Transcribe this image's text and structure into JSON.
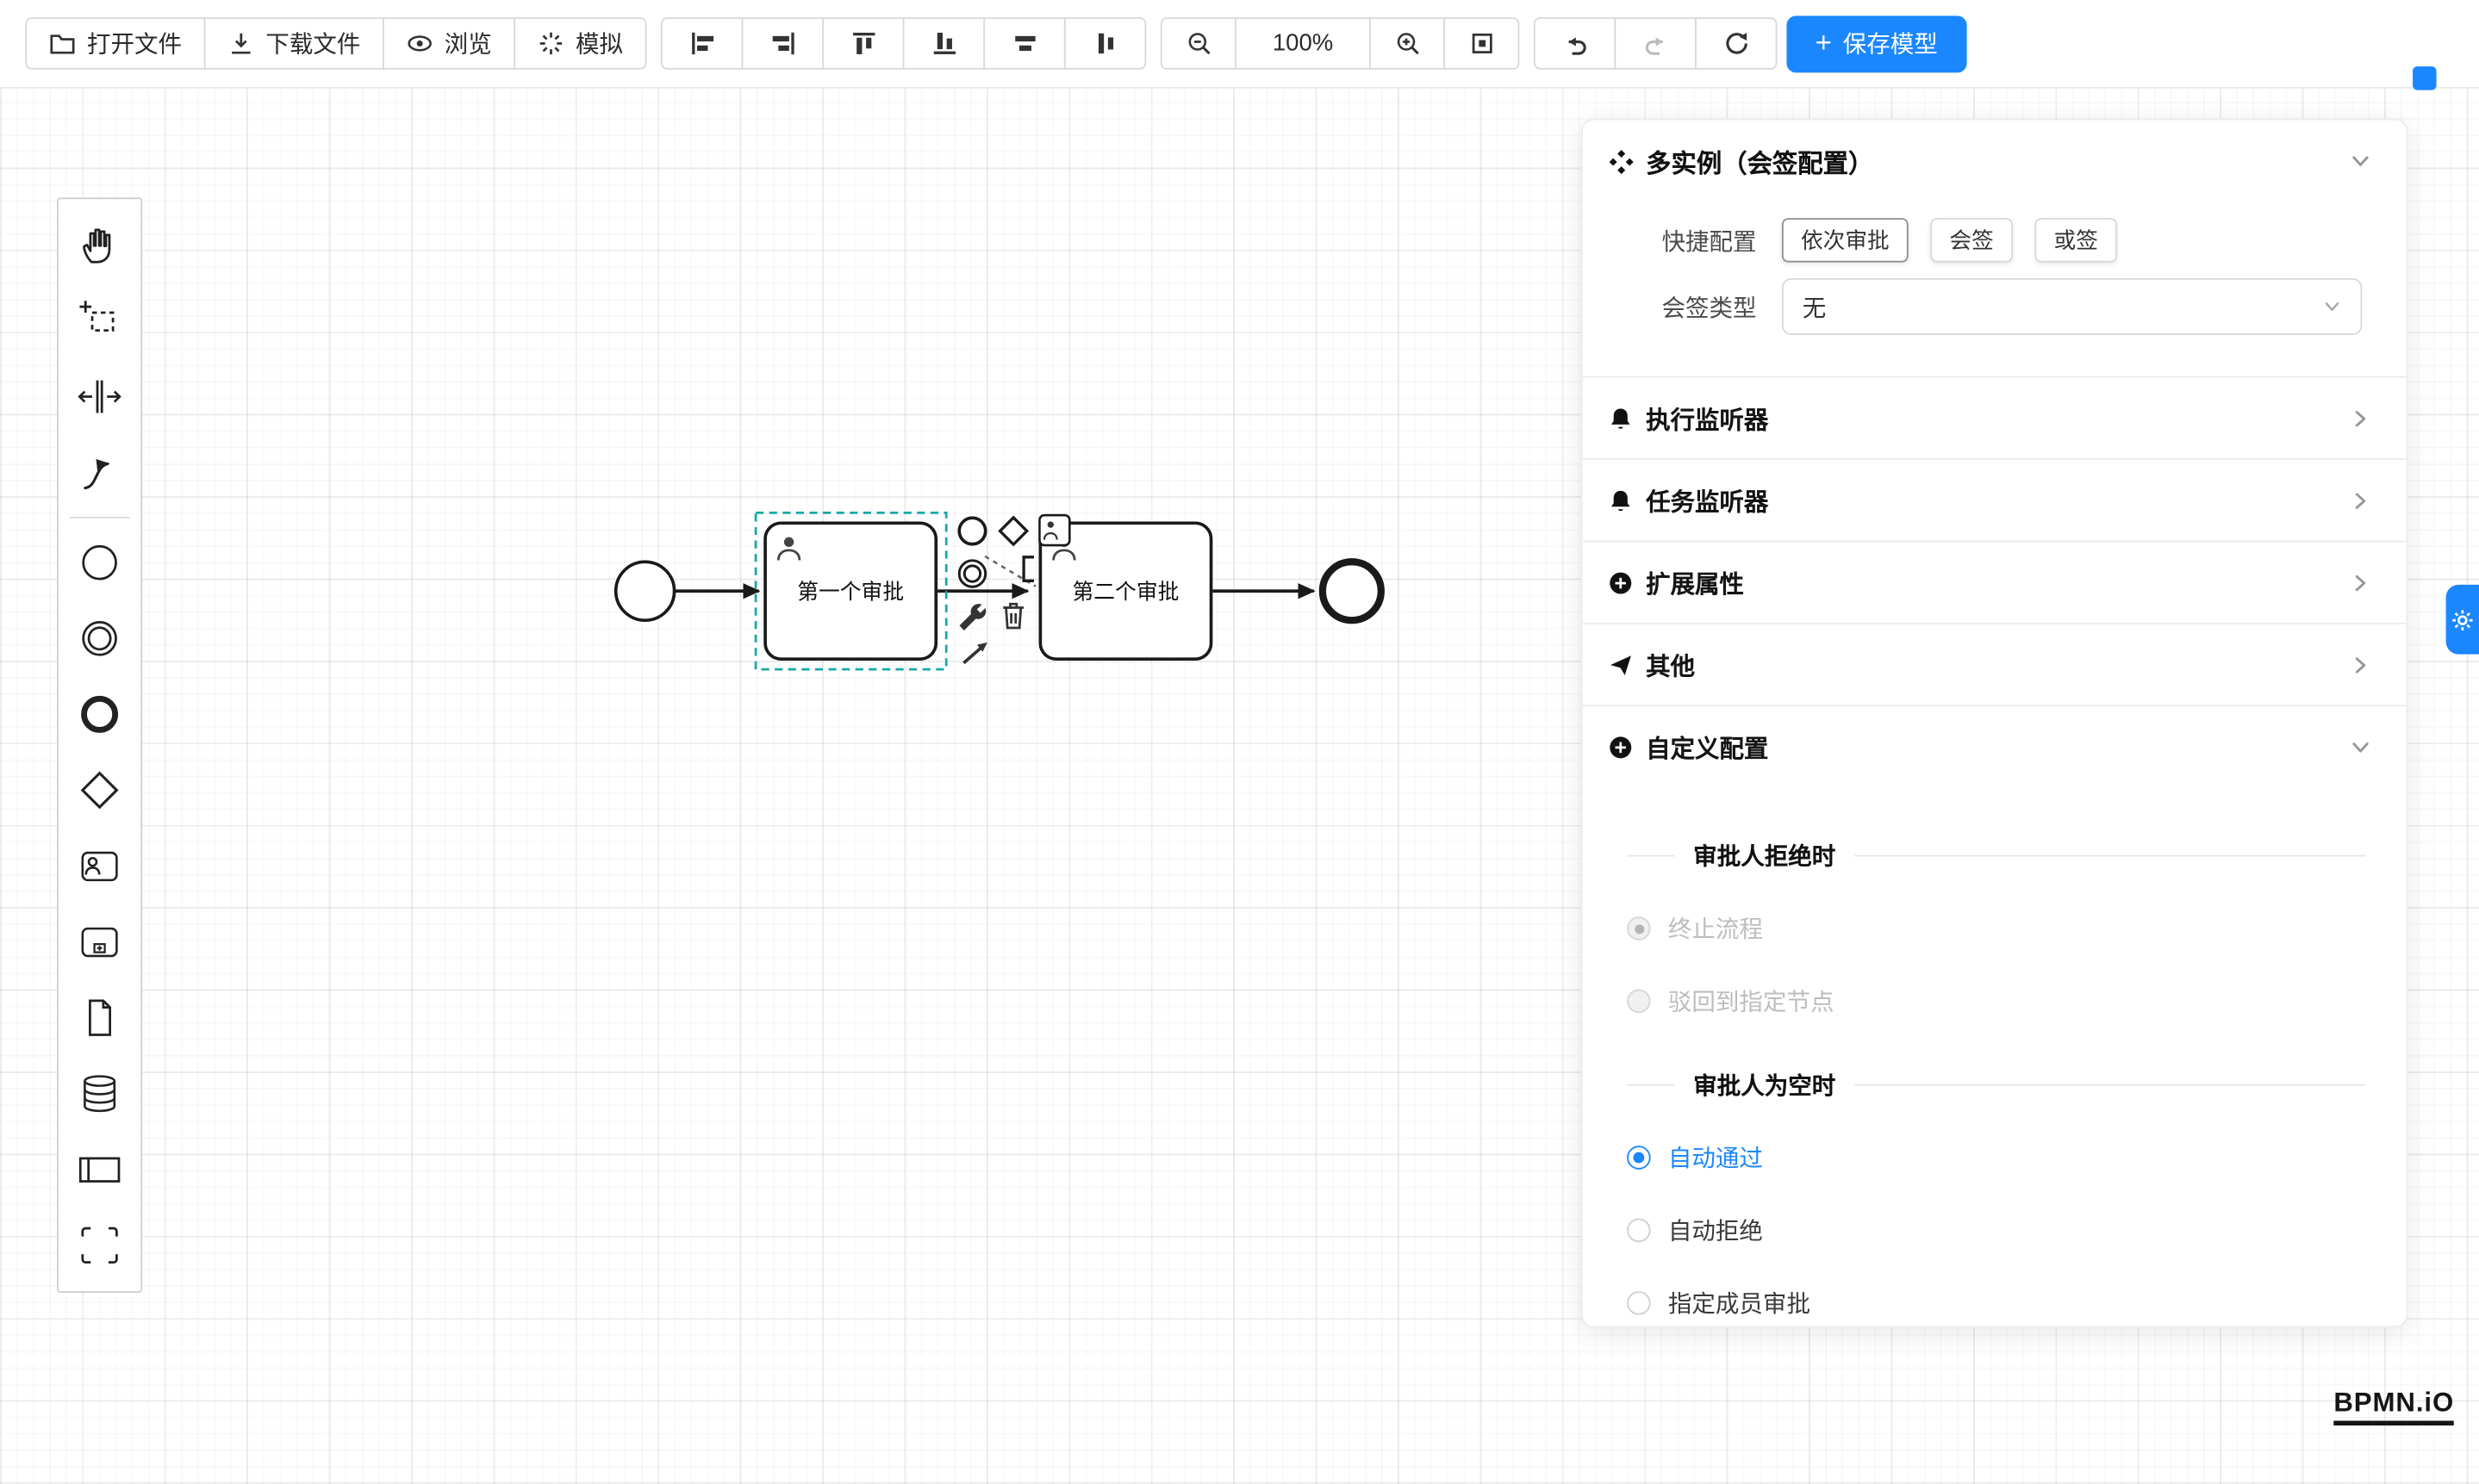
{
  "colors": {
    "accent": "#1b87ff",
    "selection_outline": "#16a8a8",
    "button_border": "#d9d9d9"
  },
  "toolbar": {
    "file_group": [
      {
        "label": "打开文件"
      },
      {
        "label": "下载文件"
      },
      {
        "label": "浏览"
      },
      {
        "label": "模拟"
      }
    ],
    "zoom_level": "100%",
    "save_plus": "+",
    "save_label": "保存模型"
  },
  "canvas": {
    "task1_label": "第一个审批",
    "task2_label": "第二个审批"
  },
  "panel": {
    "title": "多实例（会签配置）",
    "quick_label": "快捷配置",
    "quick_options": [
      {
        "label": "依次审批"
      },
      {
        "label": "会签"
      },
      {
        "label": "或签"
      }
    ],
    "type_label": "会签类型",
    "type_value": "无",
    "rows": [
      {
        "label": "执行监听器"
      },
      {
        "label": "任务监听器"
      },
      {
        "label": "扩展属性"
      },
      {
        "label": "其他"
      },
      {
        "label": "自定义配置"
      }
    ],
    "custom": {
      "reject_title": "审批人拒绝时",
      "reject_option1": "终止流程",
      "reject_option2": "驳回到指定节点",
      "empty_title": "审批人为空时",
      "empty_option1": "自动通过",
      "empty_option2": "自动拒绝",
      "empty_option3": "指定成员审批"
    }
  },
  "logo": "BPMN.iO"
}
